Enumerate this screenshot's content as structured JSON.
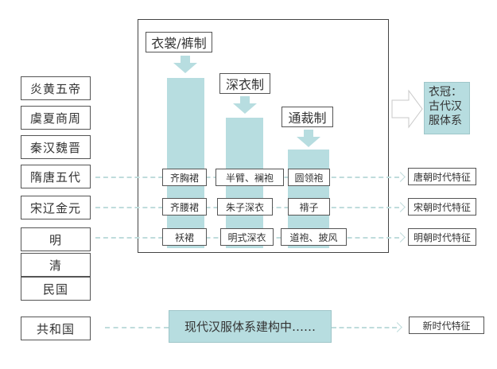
{
  "eras": [
    "炎黄五帝",
    "虞夏商周",
    "秦汉魏晋",
    "隋唐五代",
    "宋辽金元",
    "明",
    "清",
    "民国",
    "共和国"
  ],
  "systems": [
    {
      "label": "衣裳/裤制"
    },
    {
      "label": "深衣制"
    },
    {
      "label": "通裁制"
    }
  ],
  "rows": [
    {
      "era": "隋唐五代",
      "items": [
        "齐胸裙",
        "半臂、襕袍",
        "圆领袍"
      ],
      "feature": "唐朝时代特征"
    },
    {
      "era": "宋辽金元",
      "items": [
        "齐腰裙",
        "朱子深衣",
        "褙子"
      ],
      "feature": "宋朝时代特征"
    },
    {
      "era": "明",
      "items": [
        "袄裙",
        "明式深衣",
        "道袍、披风"
      ],
      "feature": "明朝时代特征"
    }
  ],
  "result": {
    "line1": "衣冠：",
    "line2": "古代汉",
    "line3": "服体系"
  },
  "modern": {
    "label": "现代汉服体系建构中……",
    "feature": "新时代特征"
  },
  "colors": {
    "column_fill": "#b7dde0",
    "dash": "#bfdcdc",
    "border": "#555555"
  }
}
